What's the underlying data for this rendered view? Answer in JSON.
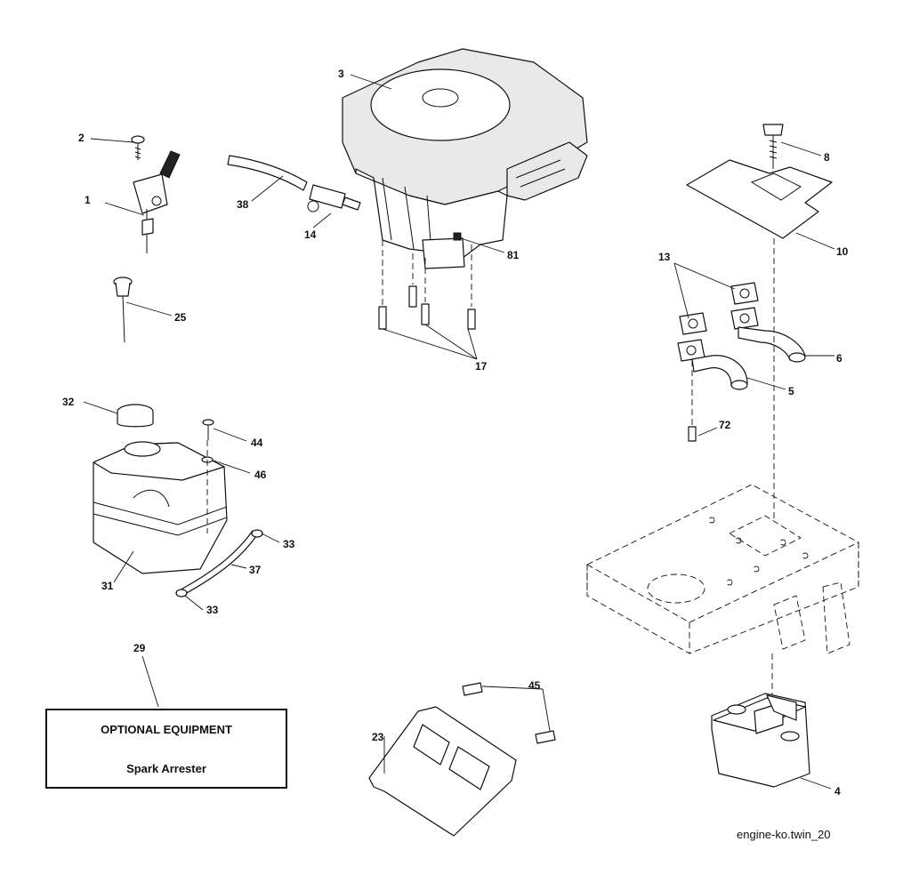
{
  "callouts": {
    "c1": "1",
    "c2": "2",
    "c3": "3",
    "c4": "4",
    "c5": "5",
    "c6": "6",
    "c8": "8",
    "c10": "10",
    "c13": "13",
    "c14": "14",
    "c17": "17",
    "c23": "23",
    "c25": "25",
    "c29": "29",
    "c31": "31",
    "c32": "32",
    "c33a": "33",
    "c33b": "33",
    "c37": "37",
    "c38": "38",
    "c44": "44",
    "c45": "45",
    "c46": "46",
    "c72": "72",
    "c81": "81"
  },
  "optional_box": {
    "title": "OPTIONAL EQUIPMENT",
    "item": "Spark Arrester"
  },
  "drawing_ref": "engine-ko.twin_20"
}
